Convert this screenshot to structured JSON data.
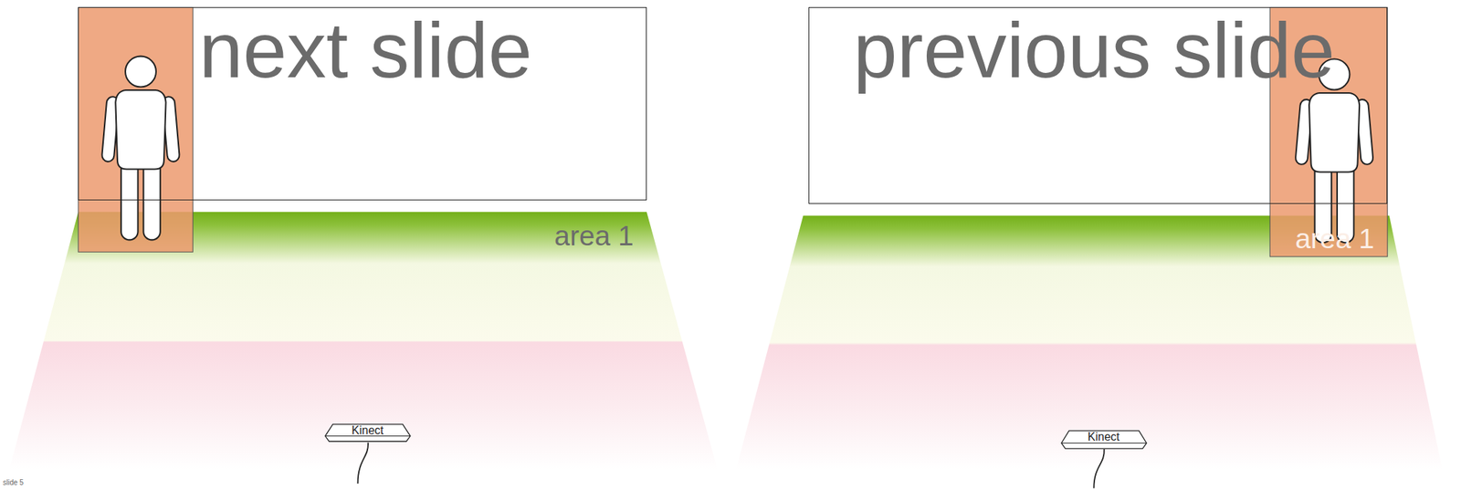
{
  "diagram": {
    "nodes": [
      {
        "text": [
          "next slide"
        ]
      },
      {
        "text": [
          "area 1"
        ]
      },
      {
        "text": [
          "Kinect"
        ]
      },
      {
        "text": [
          "previous slide"
        ]
      },
      {
        "text": [
          "area 1"
        ]
      },
      {
        "text": [
          "Kinect"
        ]
      }
    ],
    "labels": [
      "slide 5"
    ]
  }
}
